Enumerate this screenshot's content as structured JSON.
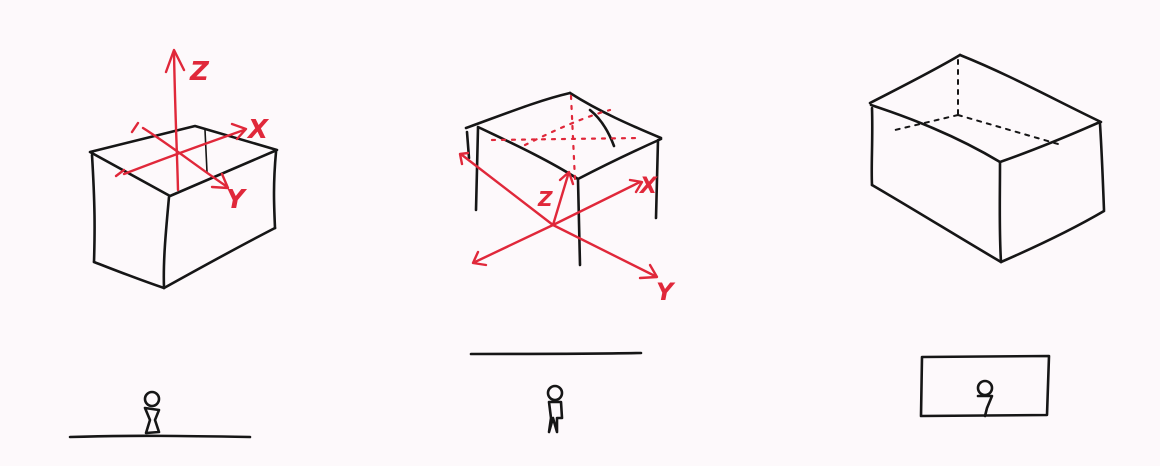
{
  "sketches": [
    {
      "id": "view-above",
      "axes": {
        "z": "Z",
        "x": "X",
        "y": "Y"
      }
    },
    {
      "id": "view-below",
      "axes": {
        "z": "Z",
        "x": "X",
        "y": "Y"
      }
    },
    {
      "id": "view-inside",
      "axes": {}
    }
  ],
  "colors": {
    "ink": "#161616",
    "axis_red": "#e0283a",
    "paper": "#fdf9fb"
  }
}
